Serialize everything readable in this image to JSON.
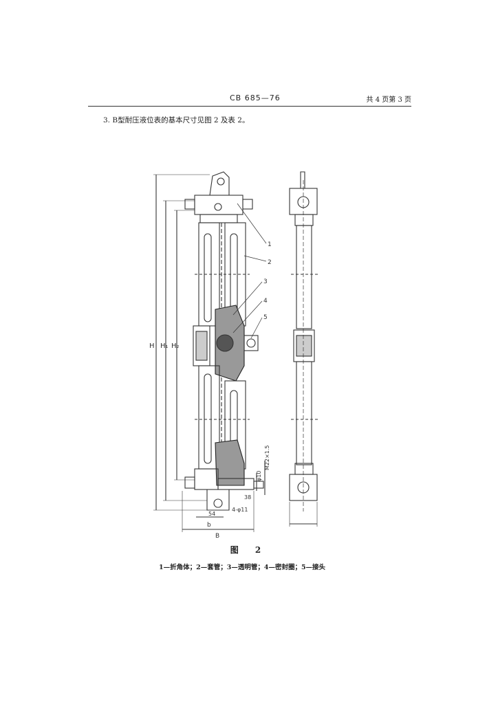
{
  "header": {
    "standard_no": "CB 685—76",
    "page_info": "共 4 页第 3 页"
  },
  "intro_text": "3. B型耐压液位表的基本尺寸见图 2 及表 2。",
  "figure": {
    "label": "图 2",
    "legend": "1—折角体；2—套管；3—透明管；4—密封圈；5—接头",
    "callouts": [
      "1",
      "2",
      "3",
      "4",
      "5"
    ],
    "dims": {
      "H": "H",
      "H1": "H₁",
      "H2": "H₂",
      "d10": "φ10",
      "thread": "M22×1.5",
      "d11": "4-φ11",
      "w38": "38",
      "w54": "54",
      "B": "B",
      "b": "b"
    }
  }
}
